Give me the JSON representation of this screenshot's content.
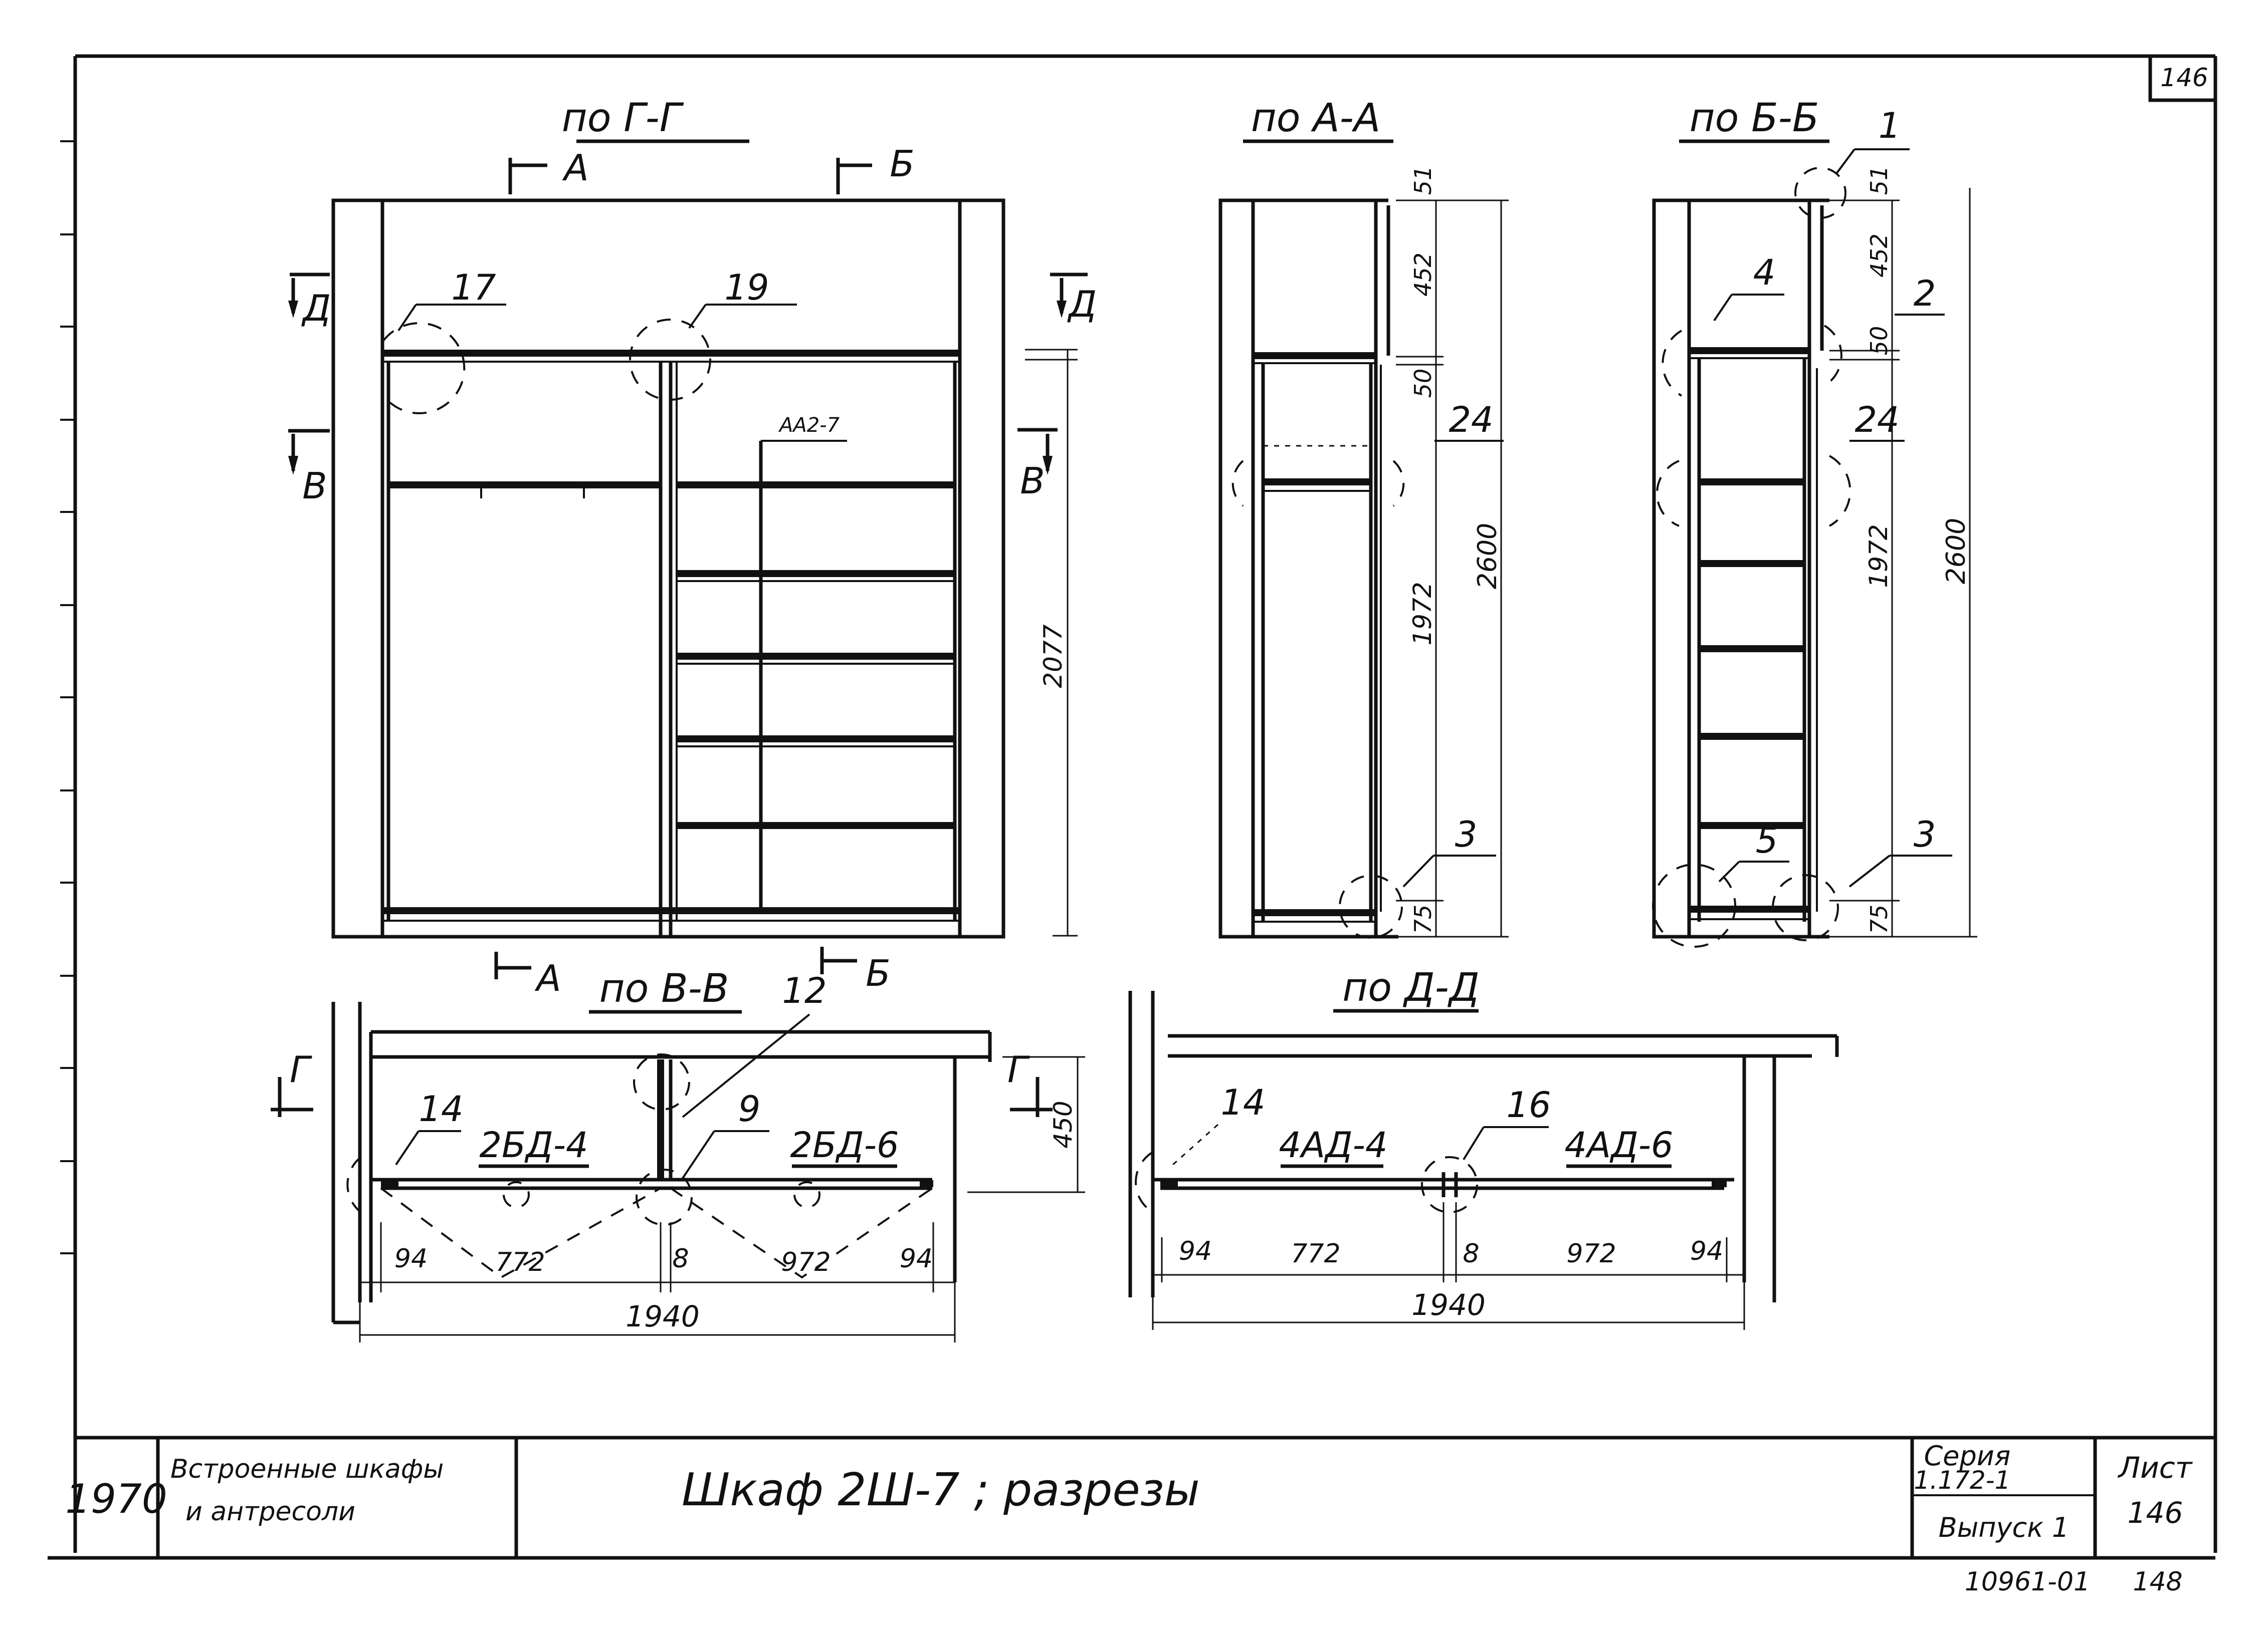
{
  "sheet_number_corner": "146",
  "sections": {
    "gg": "по Г-Г",
    "aa": "по А-А",
    "bb": "по Б-Б",
    "vv": "по В-В",
    "dd": "по Д-Д"
  },
  "cut_marks": {
    "A": "А",
    "B": "Б",
    "D": "Д",
    "V": "В",
    "G": "Г"
  },
  "callouts": {
    "c1": "1",
    "c2": "2",
    "c3": "3",
    "c4": "4",
    "c5": "5",
    "c9": "9",
    "c12": "12",
    "c14": "14",
    "c16": "16",
    "c17": "17",
    "c19": "19",
    "c24": "24"
  },
  "elevation_label": "АА2-7",
  "dimensions": {
    "d51": "51",
    "d452": "452",
    "d50": "50",
    "d1972": "1972",
    "d2600": "2600",
    "d75": "75",
    "d2077": "2077",
    "d450": "450",
    "d94": "94",
    "d772": "772",
    "d8": "8",
    "d972": "972",
    "d1940": "1940"
  },
  "door_labels": {
    "vv_left": "2БД-4",
    "vv_right": "2БД-6",
    "dd_left": "4АД-4",
    "dd_right": "4АД-6"
  },
  "title_block": {
    "year": "1970",
    "subject_line1": "Встроенные шкафы",
    "subject_line2": "и антресоли",
    "title": "Шкаф 2Ш-7 ; разрезы",
    "series_label": "Серия",
    "series_value": "1.172-1",
    "issue": "Выпуск 1",
    "sheet_label": "Лист",
    "sheet_value": "146",
    "doc_number": "10961-01",
    "page_number": "148"
  }
}
